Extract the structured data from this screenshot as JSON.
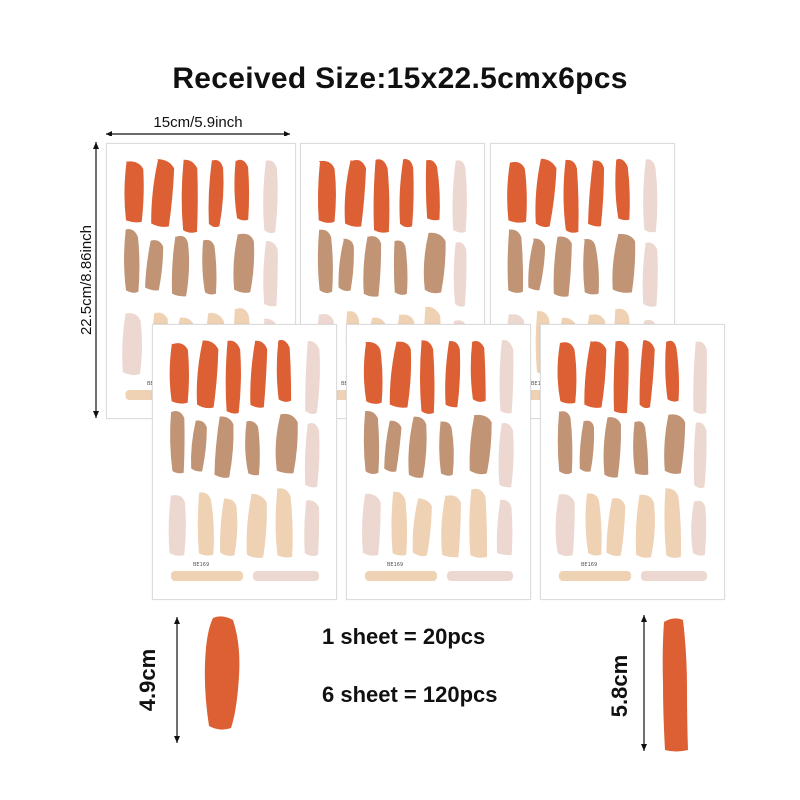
{
  "title": "Received Size:15x22.5cmx6pcs",
  "width_label": "15cm/5.9inch",
  "height_label": "22.5cm/8.86inch",
  "sheet_code": "BE169",
  "sheet_count_line": "1 sheet = 20pcs",
  "total_count_line": "6 sheet = 120pcs",
  "small_piece_label": "4.9cm",
  "large_piece_label": "5.8cm",
  "colors": {
    "orange": "#dd5f34",
    "brown": "#c09475",
    "peach": "#efd1b4",
    "blush": "#ecd8d0"
  }
}
